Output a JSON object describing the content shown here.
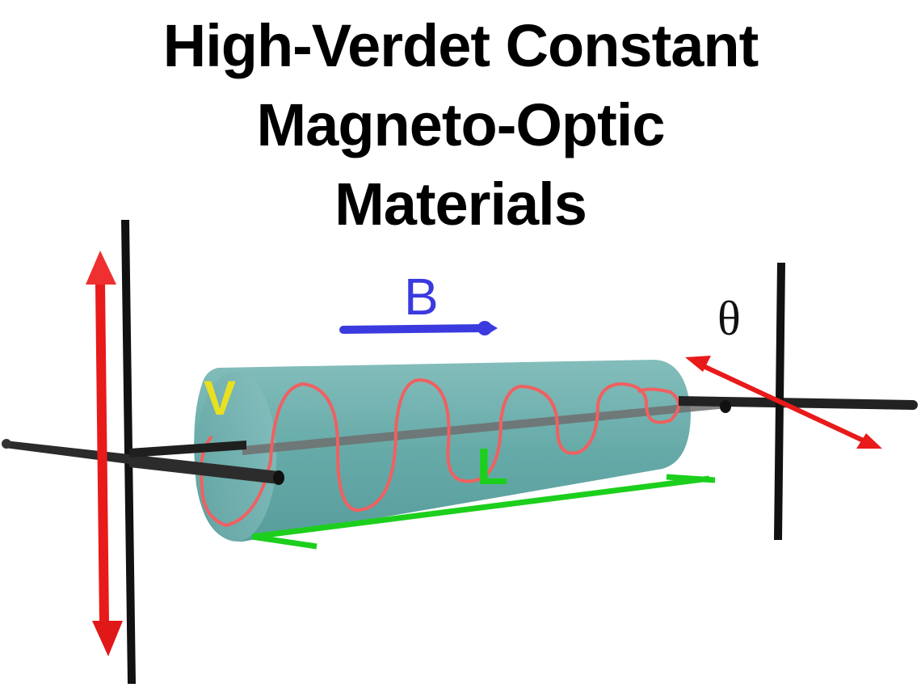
{
  "title": {
    "lines": [
      "High-Verdet Constant",
      "Magneto-Optic",
      "Materials"
    ]
  },
  "labels": {
    "magnetic_field": "B",
    "rotation_angle": "θ",
    "verdet_constant": "V",
    "length": "L"
  },
  "colors": {
    "title_text": "#000000",
    "magnetic_field_arrow": "#3a3adf",
    "polarization_arrows": "#e81a1a",
    "wave_helix": "#f06060",
    "crystal_cylinder": "#5fa8a6",
    "verdet_label": "#e8e020",
    "length_bracket": "#1ccf1c",
    "polarizer_bars": "#111111",
    "beam_rod": "#2a2a2a"
  }
}
